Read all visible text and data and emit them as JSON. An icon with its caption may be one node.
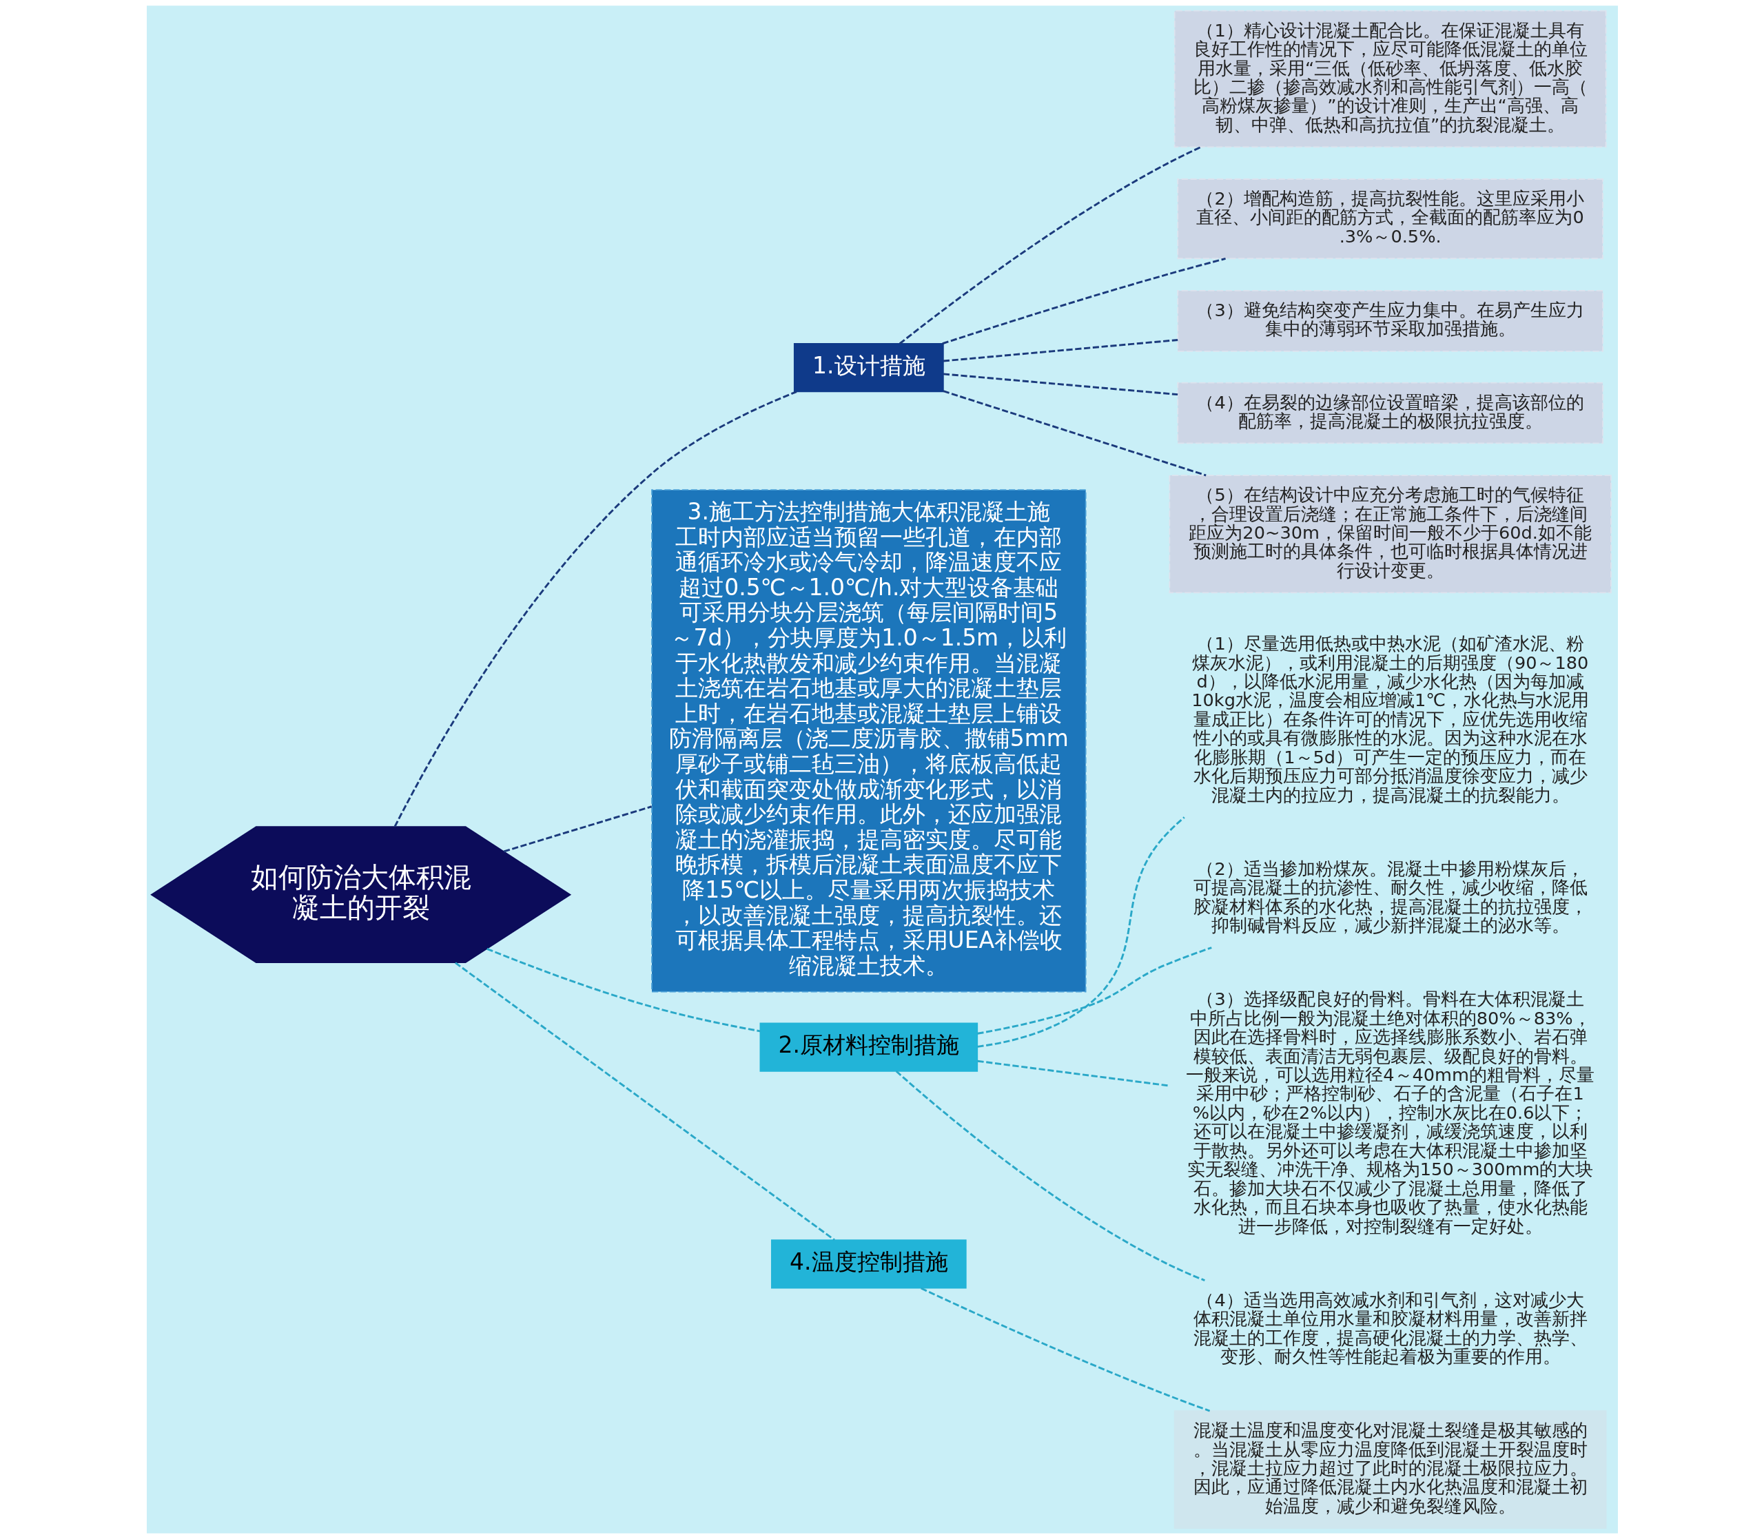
{
  "diagram": {
    "nodes": [
      {
        "text": [
          "如何防治大体积混凝土的开裂"
        ]
      },
      {
        "text": [
          "1.设计措施"
        ]
      },
      {
        "text": [
          "（1）精心设计混凝土配合比。在保证混凝土具有良好工作性的情况下，应尽可能降低混凝土的单位用水量，采用“三低（低砂率、低坍落度、低水胶比）二掺（掺高效减水剂和高性能引气剂）一高（高粉煤灰掺量）”的设计准则，生产出“高强、高韧、中弹、低热和高抗拉值”的抗裂混凝土。"
        ]
      },
      {
        "text": [
          "（2）增配构造筋，提高抗裂性能。这里应采用小直径、小间距的配筋方式，全截面的配筋率应为0.3%～0.5%."
        ]
      },
      {
        "text": [
          "（3）避免结构突变产生应力集中。在易产生应力集中的薄弱环节采取加强措施。"
        ]
      },
      {
        "text": [
          "（4）在易裂的边缘部位设置暗梁，提高该部位的配筋率，提高混凝土的极限抗拉强度。"
        ]
      },
      {
        "text": [
          "（5）在结构设计中应充分考虑施工时的气候特征，合理设置后浇缝；在正常施工条件下，后浇缝间距应为20~30m，保留时间一般不少于60d.如不能预测施工时的具体条件，也可临时根据具体情况进行设计变更。"
        ]
      },
      {
        "text": [
          "3.施工方法控制措施大体积混凝土施工时内部应适当预留一些孔道，在内部通循环冷水或冷气冷却，降温速度不应超过0.5℃～1.0℃/h.对大型设备基础可采用分块分层浇筑（每层间隔时间5～7d），分块厚度为1.0～1.5m，以利于水化热散发和减少约束作用。当混凝土浇筑在岩石地基或厚大的混凝土垫层上时，在岩石地基或混凝土垫层上铺设防滑隔离层（浇二度沥青胶、撒铺5mm厚砂子或铺二毡三油），将底板高低起伏和截面突变处做成渐变化形式，以消除或减少约束作用。此外，还应加强混凝土的浇灌振捣，提高密实度。尽可能晚拆模，拆模后混凝土表面温度不应下降15℃以上。尽量采用两次振捣技术，以改善混凝土强度，提高抗裂性。还可根据具体工程特点，采用UEA补偿收缩混凝土技术。"
        ]
      },
      {
        "text": [
          "2.原材料控制措施"
        ]
      },
      {
        "text": [
          "（1）尽量选用低热或中热水泥（如矿渣水泥、粉煤灰水泥），或利用混凝土的后期强度（90～180d），以降低水泥用量，减少水化热（因为每加减10kg水泥，温度会相应增减1℃，水化热与水泥用量成正比）在条件许可的情况下，应优先选用收缩性小的或具有微膨胀性的水泥。因为这种水泥在水化膨胀期（1～5d）可产生一定的预压应力，而在水化后期预压应力可部分抵消温度徐变应力，减少混凝土内的拉应力，提高混凝土的抗裂能力。"
        ]
      },
      {
        "text": [
          "（2）适当掺加粉煤灰。混凝土中掺用粉煤灰后，可提高混凝土的抗渗性、耐久性，减少收缩，降低胶凝材料体系的水化热，提高混凝土的抗拉强度，抑制碱骨料反应，减少新拌混凝土的泌水等。"
        ]
      },
      {
        "text": [
          "（3）选择级配良好的骨料。骨料在大体积混凝土中所占比例一般为混凝土绝对体积的80%～83%，因此在选择骨料时，应选择线膨胀系数小、岩石弹模较低、表面清洁无弱包裹层、级配良好的骨料。一般来说，可以选用粒径4～40mm的粗骨料，尽量采用中砂；严格控制砂、石子的含泥量（石子在1%以内，砂在2%以内），控制水灰比在0.6以下；还可以在混凝土中掺缓凝剂，减缓浇筑速度，以利于散热。另外还可以考虑在大体积混凝土中掺加坚实无裂缝、冲洗干净、规格为150～300mm的大块石。掺加大块石不仅减少了混凝土总用量，降低了水化热，而且石块本身也吸收了热量，使水化热能进一步降低，对控制裂缝有一定好处。"
        ]
      },
      {
        "text": [
          "（4）适当选用高效减水剂和引气剂，这对减少大体积混凝土单位用水量和胶凝材料用量，改善新拌混凝土的工作度，提高硬化混凝土的力学、热学、变形、耐久性等性能起着极为重要的作用。"
        ]
      },
      {
        "text": [
          "4.温度控制措施"
        ]
      },
      {
        "text": [
          "混凝土温度和温度变化对混凝土裂缝是极其敏感的。当混凝土从零应力温度降低到混凝土开裂温度时，混凝土拉应力超过了此时的混凝土极限拉应力。因此，应通过降低混凝土内水化热温度和混凝土初始温度，减少和避免裂缝风险。"
        ]
      }
    ],
    "edges": [
      {
        "from": 0,
        "to": 1,
        "arrow": "none",
        "style": "dashed",
        "color": "#1b3a7c"
      },
      {
        "from": 1,
        "to": 2,
        "arrow": "none",
        "style": "dashed",
        "color": "#1b3a7c"
      },
      {
        "from": 1,
        "to": 3,
        "arrow": "none",
        "style": "dashed",
        "color": "#1b3a7c"
      },
      {
        "from": 1,
        "to": 4,
        "arrow": "none",
        "style": "dashed",
        "color": "#1b3a7c"
      },
      {
        "from": 1,
        "to": 5,
        "arrow": "none",
        "style": "dashed",
        "color": "#1b3a7c"
      },
      {
        "from": 1,
        "to": 6,
        "arrow": "none",
        "style": "dashed",
        "color": "#1b3a7c"
      },
      {
        "from": 0,
        "to": 7,
        "arrow": "none",
        "style": "dashed",
        "color": "#1b3a7c"
      },
      {
        "from": 0,
        "to": 8,
        "arrow": "none",
        "style": "dashed",
        "color": "#2aa8c8"
      },
      {
        "from": 8,
        "to": 9,
        "arrow": "none",
        "style": "dashed",
        "color": "#2aa8c8"
      },
      {
        "from": 8,
        "to": 10,
        "arrow": "none",
        "style": "dashed",
        "color": "#2aa8c8"
      },
      {
        "from": 8,
        "to": 11,
        "arrow": "none",
        "style": "dashed",
        "color": "#2aa8c8"
      },
      {
        "from": 8,
        "to": 12,
        "arrow": "none",
        "style": "dashed",
        "color": "#2aa8c8"
      },
      {
        "from": 0,
        "to": 13,
        "arrow": "none",
        "style": "dashed",
        "color": "#2aa8c8"
      },
      {
        "from": 13,
        "to": 14,
        "arrow": "none",
        "style": "dashed",
        "color": "#2aa8c8"
      }
    ]
  }
}
